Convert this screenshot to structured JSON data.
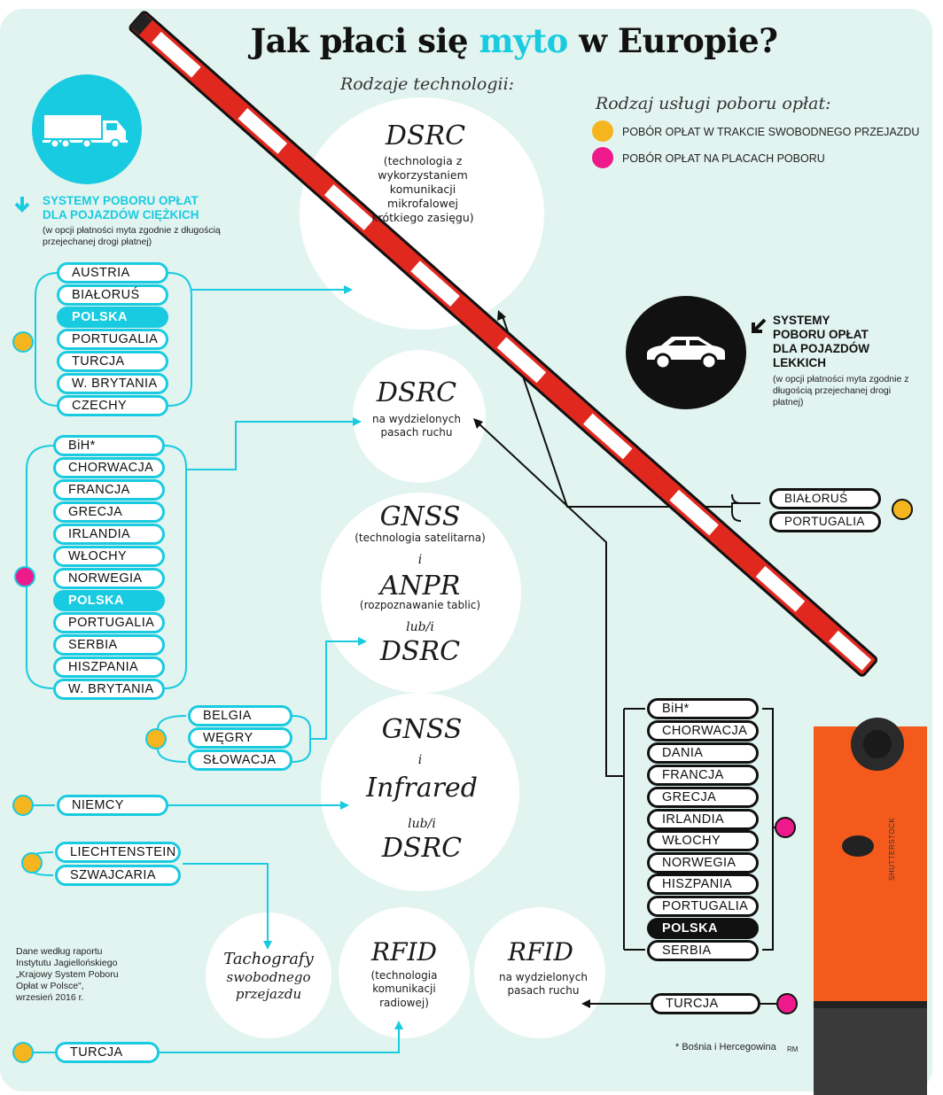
{
  "title": {
    "pre": "Jak płaci się ",
    "accent": "myto",
    "post": " w Europie?"
  },
  "technologies_label": "Rodzaje technologii:",
  "legend": {
    "title": "Rodzaj usługi poboru opłat:",
    "items": [
      {
        "label": "POBÓR OPŁAT W TRAKCIE SWOBODNEGO PRZEJAZDU",
        "color": "#f4b51e"
      },
      {
        "label": "POBÓR OPŁAT NA PLACACH POBORU",
        "color": "#ee1a8c"
      }
    ]
  },
  "heavy": {
    "heading_line1": "SYSTEMY POBORU OPŁAT",
    "heading_line2": "DLA POJAZDÓW CIĘŻKICH",
    "note": "(w opcji płatności myta zgodnie z długością przejechanej drogi płatnej)",
    "icon": "truck-icon"
  },
  "light": {
    "heading_line1": "SYSTEMY",
    "heading_line2": "POBORU OPŁAT",
    "heading_line3": "DLA POJAZDÓW",
    "heading_line4": "LEKKICH",
    "note": "(w opcji płatności myta zgodnie z długością przejechanej drogi płatnej)",
    "icon": "car-icon"
  },
  "tech": {
    "dsrc1": {
      "name": "DSRC",
      "desc": "(technologia z wykorzystaniem komunikacji mikrofalowej krótkiego zasięgu)"
    },
    "dsrc2": {
      "name": "DSRC",
      "desc": "na wydzielonych pasach ruchu"
    },
    "gnss_anpr": {
      "gnss": "GNSS",
      "gnss_desc": "(technologia satelitarna)",
      "i": "i",
      "anpr": "ANPR",
      "anpr_desc": "(rozpoznawanie tablic)",
      "lubi": "lub/i",
      "dsrc": "DSRC"
    },
    "gnss_ir": {
      "gnss": "GNSS",
      "i": "i",
      "infrared": "Infrared",
      "lubi": "lub/i",
      "dsrc": "DSRC"
    },
    "tacho": {
      "line1": "Tachografy",
      "line2": "swobodnego",
      "line3": "przejazdu"
    },
    "rfid1": {
      "name": "RFID",
      "desc": "(technologia komunikacji radiowej)"
    },
    "rfid2": {
      "name": "RFID",
      "desc": "na wydzielonych pasach ruchu"
    }
  },
  "groups": {
    "g1": [
      "AUSTRIA",
      "BIAŁORUŚ",
      "POLSKA",
      "PORTUGALIA",
      "TURCJA",
      "W. BRYTANIA",
      "CZECHY"
    ],
    "g2": [
      "BiH*",
      "CHORWACJA",
      "FRANCJA",
      "GRECJA",
      "IRLANDIA",
      "WŁOCHY",
      "NORWEGIA",
      "POLSKA",
      "PORTUGALIA",
      "SERBIA",
      "HISZPANIA",
      "W. BRYTANIA"
    ],
    "g3": [
      "BELGIA",
      "WĘGRY",
      "SŁOWACJA"
    ],
    "g4": [
      "NIEMCY"
    ],
    "g5": [
      "LIECHTENSTEIN",
      "SZWAJCARIA"
    ],
    "g6": [
      "TURCJA"
    ],
    "g7": [
      "BIAŁORUŚ",
      "PORTUGALIA"
    ],
    "g8": [
      "BiH*",
      "CHORWACJA",
      "DANIA",
      "FRANCJA",
      "GRECJA",
      "IRLANDIA",
      "WŁOCHY",
      "NORWEGIA",
      "HISZPANIA",
      "PORTUGALIA",
      "POLSKA",
      "SERBIA"
    ],
    "g9": [
      "TURCJA"
    ]
  },
  "source": {
    "l1": "Dane według raportu",
    "l2": "Instytutu Jagiellońskiego",
    "l3": "„Krajowy System Poboru",
    "l4": "Opłat w Polsce\",",
    "l5": "wrzesień 2016 r."
  },
  "footnote": "* Bośnia i Hercegowina",
  "initials": "RM",
  "photo_credit": "SHUTTERSTOCK",
  "colors": {
    "accent": "#19cbe0",
    "yellow": "#f4b51e",
    "magenta": "#ee1a8c",
    "barrier_red": "#e1281f",
    "post_orange": "#f45a1c",
    "background": "#e2f4f0"
  }
}
